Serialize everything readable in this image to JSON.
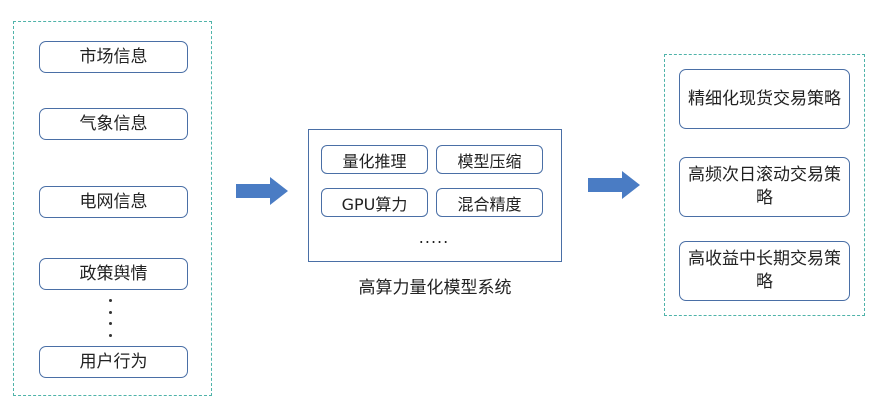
{
  "inputs": {
    "items": [
      {
        "label": "市场信息"
      },
      {
        "label": "气象信息"
      },
      {
        "label": "电网信息"
      },
      {
        "label": "政策舆情"
      },
      {
        "label": "用户行为"
      }
    ],
    "ellipsis": "⋮"
  },
  "system": {
    "chips": [
      {
        "label": "量化推理"
      },
      {
        "label": "模型压缩"
      },
      {
        "label": "GPU算力"
      },
      {
        "label": "混合精度"
      }
    ],
    "more": ".....",
    "caption": "高算力量化模型系统"
  },
  "outputs": {
    "items": [
      {
        "label": "精细化现货交易策略"
      },
      {
        "label": "高频次日滚动交易策略"
      },
      {
        "label": "高收益中长期交易策略"
      }
    ]
  },
  "colors": {
    "dashed_border": "#4fb3a9",
    "box_border": "#4a6fa6",
    "arrow": "#4a7cc4"
  }
}
